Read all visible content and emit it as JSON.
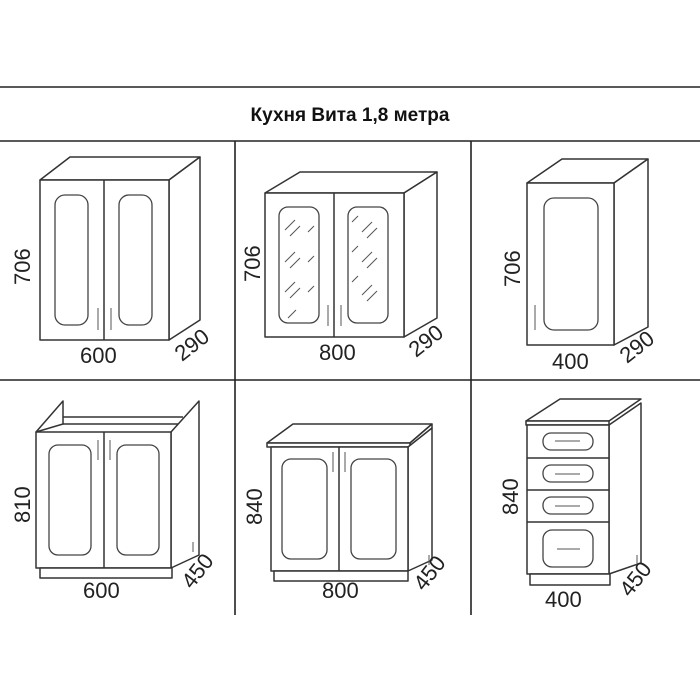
{
  "title": "Кухня Вита 1,8 метра",
  "cabinets": [
    {
      "name": "upper-600",
      "height": "706",
      "width": "600",
      "depth": "290"
    },
    {
      "name": "upper-glass-800",
      "height": "706",
      "width": "800",
      "depth": "290"
    },
    {
      "name": "upper-400",
      "height": "706",
      "width": "400",
      "depth": "290"
    },
    {
      "name": "sink-base-600",
      "height": "810",
      "width": "600",
      "depth": "450"
    },
    {
      "name": "base-800",
      "height": "840",
      "width": "800",
      "depth": "450"
    },
    {
      "name": "drawer-base-400",
      "height": "840",
      "width": "400",
      "depth": "450"
    }
  ]
}
